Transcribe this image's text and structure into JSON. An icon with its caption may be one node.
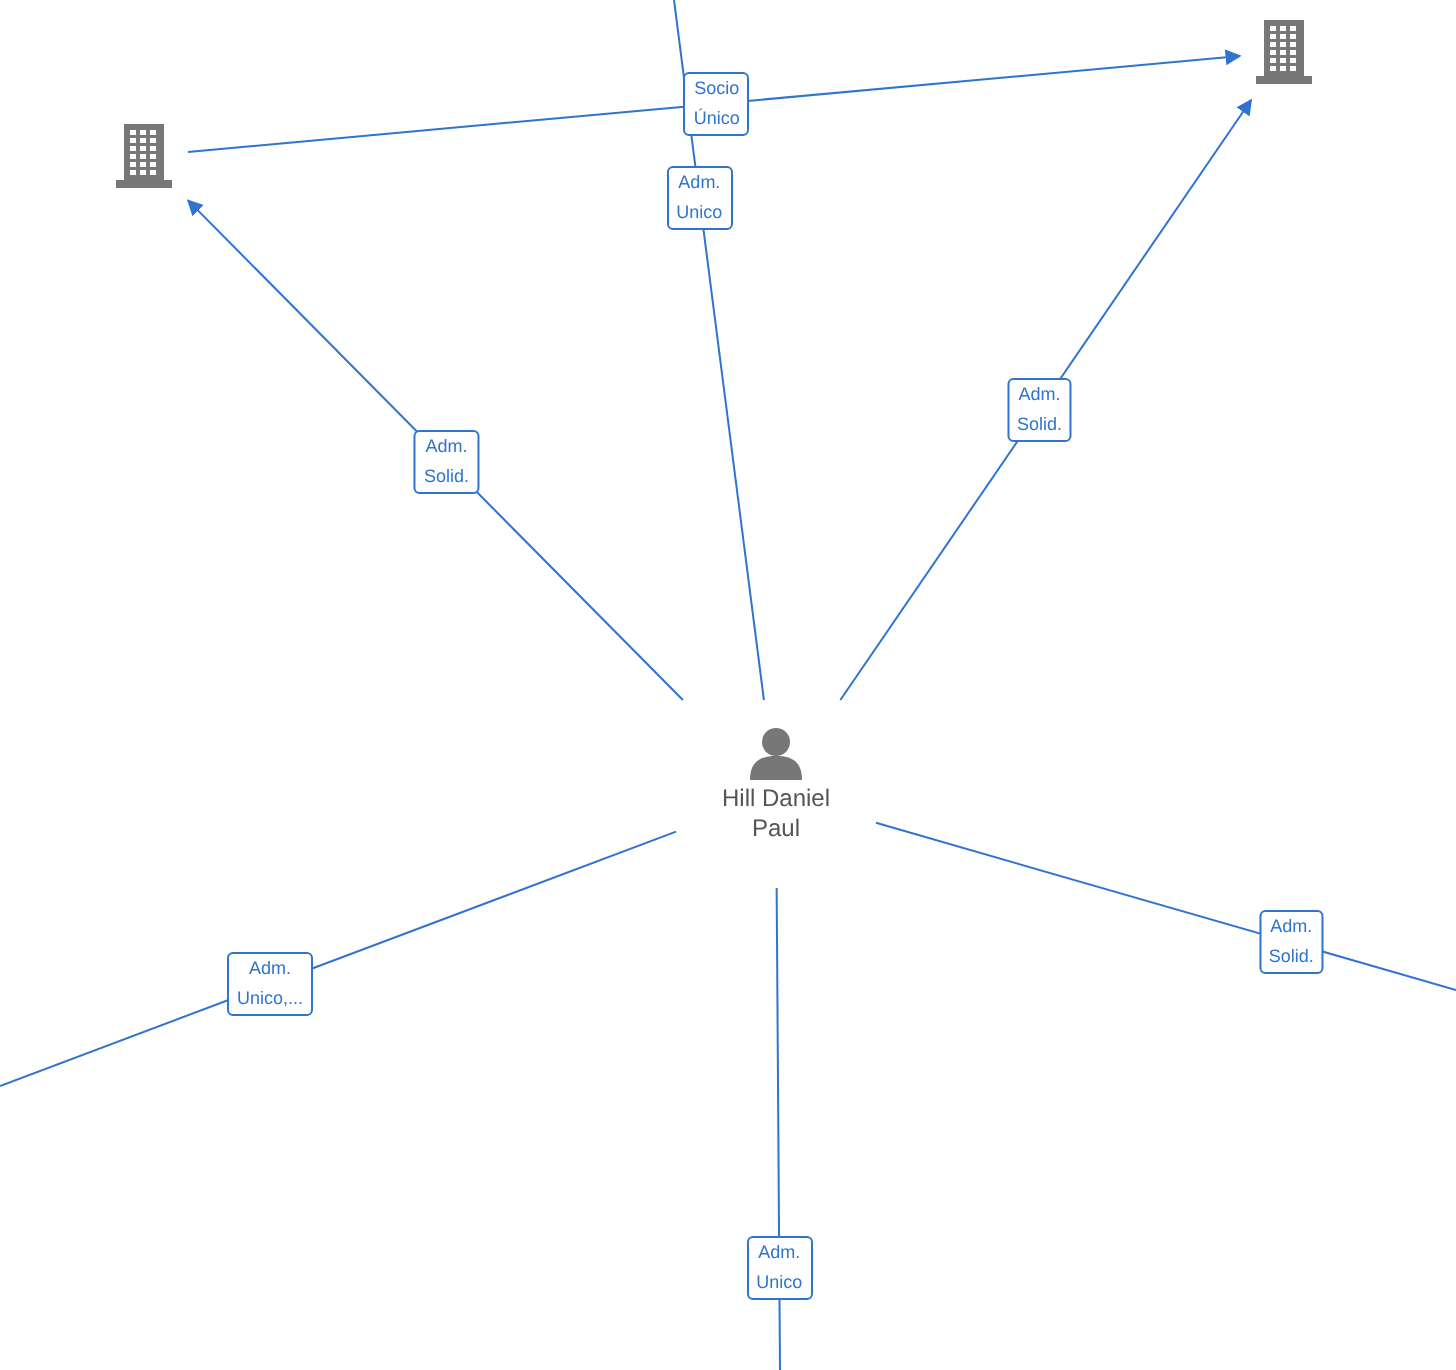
{
  "diagram": {
    "nodes": [
      {
        "text": [],
        "shape": "building"
      },
      {
        "text": [],
        "shape": "building"
      },
      {
        "text": [
          "Hill Daniel Paul"
        ]
      }
    ],
    "edges": [
      {
        "from": 2,
        "to": 0,
        "arrow": "to",
        "label": "Adm. Solid."
      },
      {
        "from": 2,
        "to": 1,
        "arrow": "to",
        "label": "Adm. Solid."
      },
      {
        "from": 0,
        "to": 1,
        "arrow": "to",
        "label": "Socio Único"
      },
      {
        "from": 2,
        "to": null,
        "arrow": "none",
        "label": "Adm. Unico"
      },
      {
        "from": 2,
        "to": null,
        "arrow": "none",
        "label": "Adm. Unico,..."
      },
      {
        "from": 2,
        "to": null,
        "arrow": "none",
        "label": "Adm. Solid."
      },
      {
        "from": 2,
        "to": null,
        "arrow": "none",
        "label": "Adm. Unico"
      }
    ]
  }
}
